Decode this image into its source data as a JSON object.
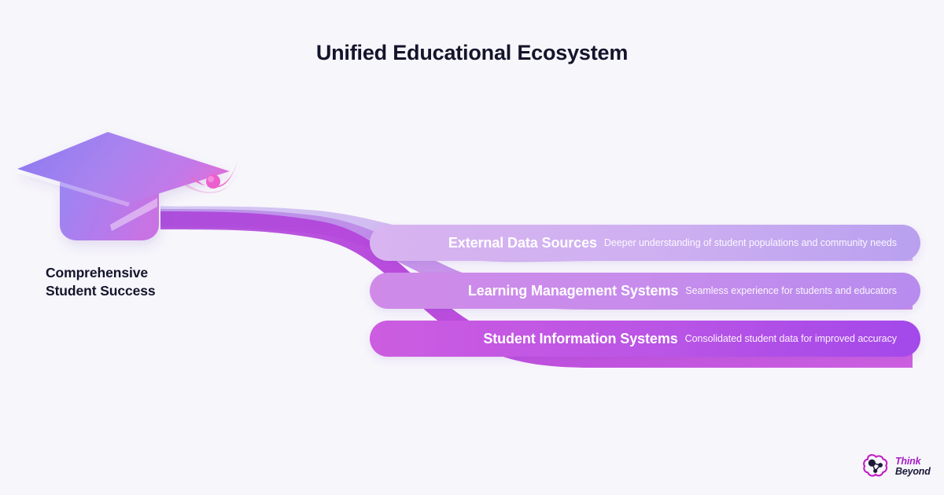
{
  "page": {
    "title": "Unified Educational Ecosystem",
    "background_color": "#f7f6fb",
    "title_color": "#14142b"
  },
  "source": {
    "label_line1": "Comprehensive",
    "label_line2": "Student Success",
    "icon": "graduation-cap-icon"
  },
  "flow": {
    "type": "sankey-fan",
    "description": "Three gradient ribbons fan out from the graduation cap on the left into three pill-shaped bars on the right",
    "colors": {
      "ribbon_light": "#c9a8ee",
      "ribbon_mid": "#c07fe4",
      "ribbon_strong": "#b54fe0"
    }
  },
  "branches": [
    {
      "title": "External Data Sources",
      "description": "Deeper understanding of student populations and community needs",
      "color_start": "#d8b4f0",
      "color_end": "#b9a0ef"
    },
    {
      "title": "Learning Management Systems",
      "description": "Seamless experience for students and educators",
      "color_start": "#cf8ae8",
      "color_end": "#b78cee"
    },
    {
      "title": "Student Information Systems",
      "description": "Consolidated student data for improved accuracy",
      "color_start": "#cc5ce0",
      "color_end": "#a349ea"
    }
  ],
  "logo": {
    "word_one": "Think",
    "word_two": "Beyond",
    "mark": "brain-network-icon",
    "word_one_color": "#a31fc4",
    "word_two_color": "#1b1b38"
  }
}
